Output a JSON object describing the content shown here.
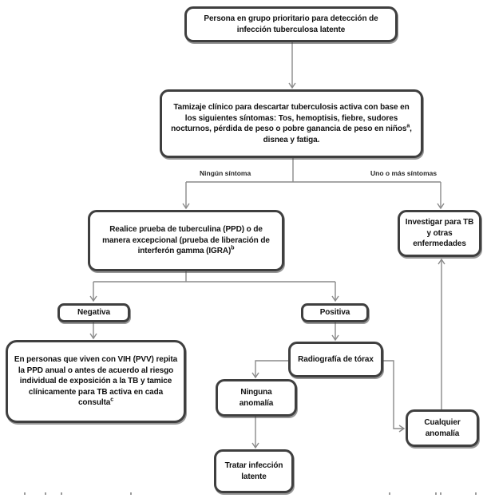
{
  "diagram_type": "flowchart",
  "language": "es",
  "colors": {
    "box_border": "#3f3f3f",
    "box_fill": "#ffffff",
    "connector": "#8a8a8a",
    "text": "#111111",
    "background": "#ffffff"
  },
  "nodes": {
    "priority_group": {
      "text": "Persona en grupo prioritario  para detección de infección tuberculosa latente"
    },
    "screening": {
      "text": "Tamizaje  clínico para descartar tuberculosis activa con base en los siguientes síntomas: Tos, hemoptisis, fiebre, sudores nocturnos, pérdida de peso o pobre ganancia de peso en niños",
      "sup": "a",
      "tail": ", disnea y fatiga."
    },
    "ppd_test": {
      "text": "Realice prueba de tuberculina (PPD) o de manera excepcional (prueba de liberación de interferón gamma (IGRA)",
      "sup": "b"
    },
    "investigate_tb": {
      "text": "Investigar para TB y otras enfermedades"
    },
    "negative": {
      "text": "Negativa"
    },
    "positive": {
      "text": "Positiva"
    },
    "pvv_repeat": {
      "text": "En personas que viven con VIH (PVV) repita la PPD anual o antes de acuerdo al riesgo individual de exposición a la TB y tamice clínicamente para TB activa en cada consulta",
      "sup": "c"
    },
    "chest_xray": {
      "text": "Radiografía de tórax"
    },
    "no_anomaly": {
      "text": "Ninguna anomalía"
    },
    "any_anomaly": {
      "text": "Cualquier anomalía"
    },
    "treat_latent": {
      "text": "Tratar infección latente"
    }
  },
  "edge_labels": {
    "no_symptom": "Ningún síntoma",
    "one_or_more_symptoms": "Uno o más síntomas"
  }
}
